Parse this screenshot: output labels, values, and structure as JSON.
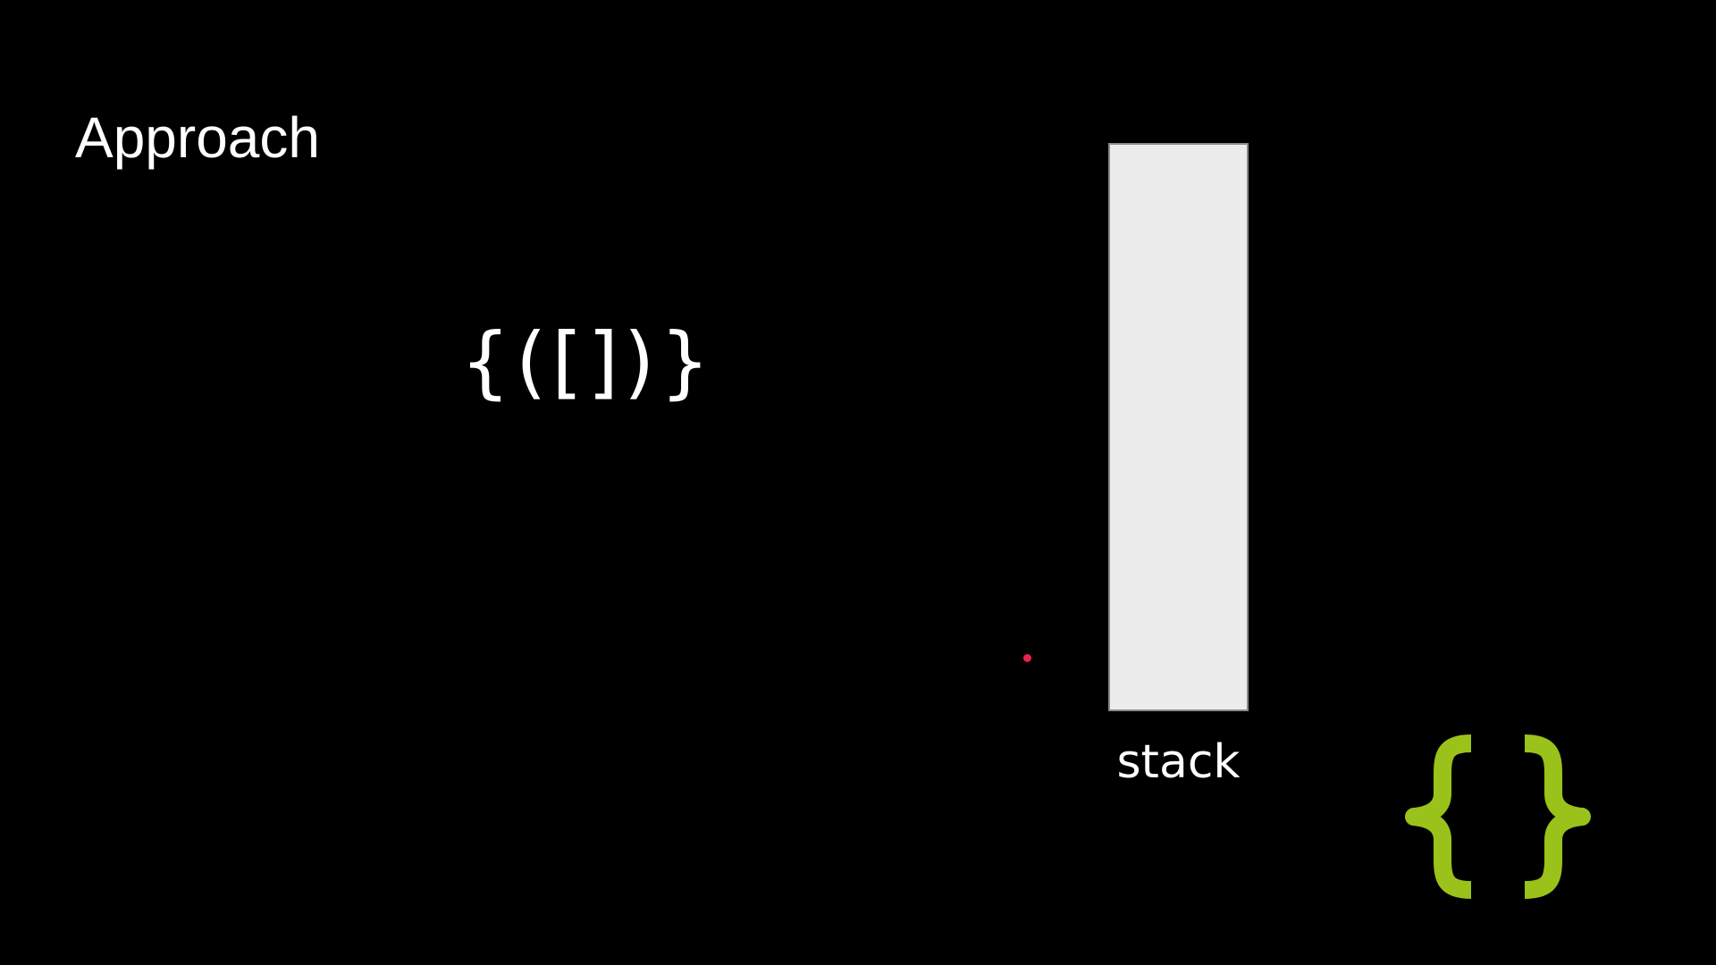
{
  "slide": {
    "title": "Approach",
    "expression": "{([])}",
    "stack_label": "stack"
  },
  "colors": {
    "background": "#000000",
    "text": "#ffffff",
    "stack_fill": "#ececec",
    "stack_border": "#8a8a8a",
    "pointer": "#e8234a",
    "logo": "#9ac21b"
  },
  "icons": {
    "logo": "curly-braces-icon",
    "pointer": "laser-pointer-dot"
  }
}
